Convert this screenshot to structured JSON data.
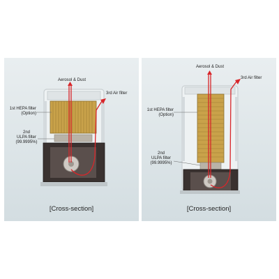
{
  "panels": [
    {
      "labels": {
        "aerosol": "Aerosol & Dust",
        "third_filter": "3rd Air filter",
        "hepa_line1": "1st HEPA filter",
        "hepa_line2": "(Option)",
        "ulpa_line1": "2nd",
        "ulpa_line2": "ULPA filter",
        "ulpa_line3": "(99.9995%)"
      },
      "caption": "[Cross-section]"
    },
    {
      "labels": {
        "aerosol": "Aerosol & Dust",
        "third_filter": "3rd Air filter",
        "hepa_line1": "1st HEPA filter",
        "hepa_line2": "(Option)",
        "ulpa_line1": "2nd",
        "ulpa_line2": "ULPA filter",
        "ulpa_line3": "(99.9995%)"
      },
      "caption": "[Cross-section]"
    }
  ],
  "colors": {
    "airflow_arrow": "#d8262a",
    "hepa_filter": "#c9a24a",
    "ulpa_filter": "#b9b3a8",
    "motor_housing": "#3a3230",
    "case_outline": "#c9cfd2"
  }
}
